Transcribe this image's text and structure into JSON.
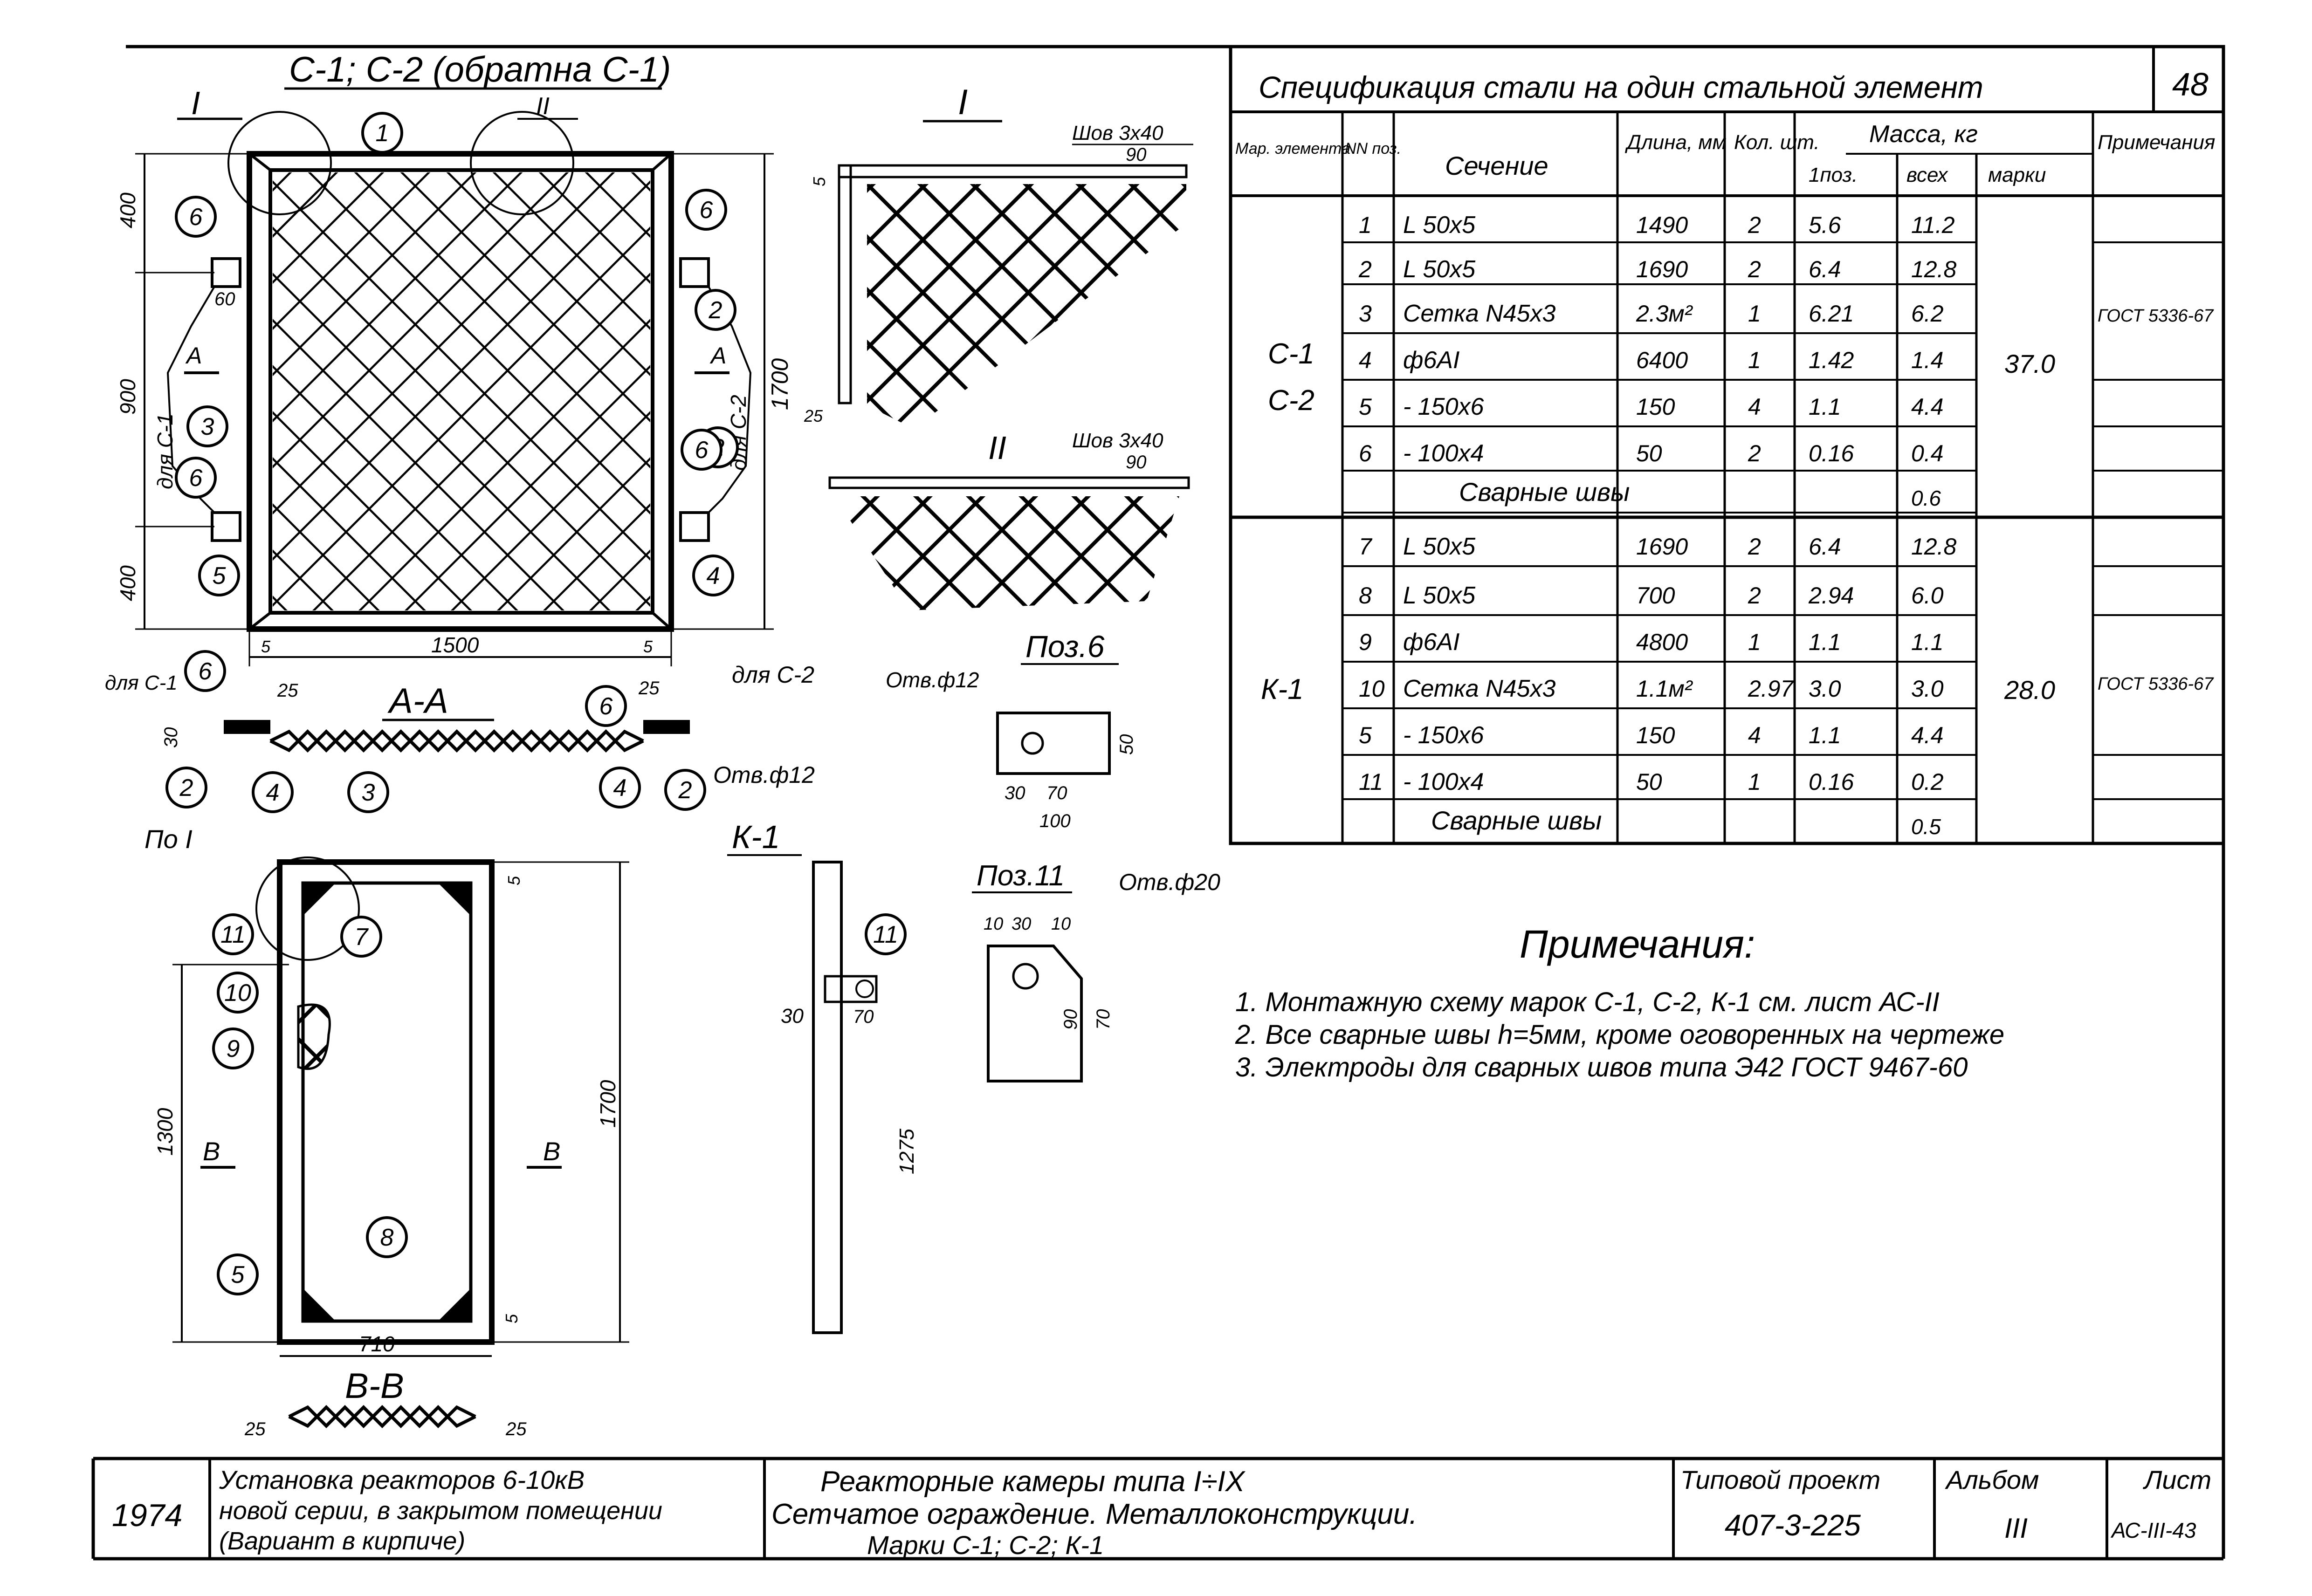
{
  "sheet_number": "48",
  "drawing": {
    "main_title": "С-1; С-2 (обратна С-1)",
    "view1_label": "I",
    "view2_label": "II",
    "callouts": [
      "1",
      "2",
      "3",
      "4",
      "5",
      "6",
      "7",
      "8",
      "9",
      "10",
      "11"
    ],
    "dims": {
      "d400": "400",
      "d900": "900",
      "d1700": "1700",
      "d1500": "1500",
      "d5": "5",
      "d60": "60",
      "d25": "25",
      "d30": "30",
      "d50": "50",
      "d70": "70",
      "d100": "100",
      "d10": "10",
      "d90": "90",
      "d1300": "1300",
      "d710": "710",
      "d1275": "1275"
    },
    "for_c1": "для С-1",
    "for_c2": "для С-2",
    "section_aa": "А-А",
    "section_a_mark": "А",
    "section_bb": "В-В",
    "section_b_mark": "В",
    "weld_label": "Шов 3х40",
    "hole12": "Отв.ф12",
    "hole20": "Отв.ф20",
    "pos6": "Поз.6",
    "pos11": "Поз.11",
    "k1": "К-1",
    "po_i": "По I"
  },
  "spec": {
    "title": "Спецификация стали на один стальной элемент",
    "headers": {
      "mark": "Мар. элемента",
      "pos": "NN поз.",
      "section": "Сечение",
      "length": "Длина, мм",
      "count": "Кол. шт.",
      "mass": "Масса, кг",
      "mass_pos": "1поз.",
      "mass_all": "всех",
      "mass_mark": "марки",
      "note": "Примечания"
    },
    "group1_marks": "С-1\nС-2",
    "group1_mass": "37.0",
    "group1_note": "ГОСТ 5336-67",
    "rows1": [
      {
        "pos": "1",
        "section": "L 50x5",
        "length": "1490",
        "count": "2",
        "m1": "5.6",
        "mall": "11.2"
      },
      {
        "pos": "2",
        "section": "L 50x5",
        "length": "1690",
        "count": "2",
        "m1": "6.4",
        "mall": "12.8"
      },
      {
        "pos": "3",
        "section": "Сетка N45x3",
        "length": "2.3м²",
        "count": "1",
        "m1": "6.21",
        "mall": "6.2"
      },
      {
        "pos": "4",
        "section": "ф6AI",
        "length": "6400",
        "count": "1",
        "m1": "1.42",
        "mall": "1.4"
      },
      {
        "pos": "5",
        "section": "- 150x6",
        "length": "150",
        "count": "4",
        "m1": "1.1",
        "mall": "4.4"
      },
      {
        "pos": "6",
        "section": "- 100x4",
        "length": "50",
        "count": "2",
        "m1": "0.16",
        "mall": "0.4"
      }
    ],
    "welds1_label": "Сварные швы",
    "welds1_value": "0.6",
    "group2_marks": "К-1",
    "group2_mass": "28.0",
    "group2_note": "ГОСТ 5336-67",
    "rows2": [
      {
        "pos": "7",
        "section": "L 50x5",
        "length": "1690",
        "count": "2",
        "m1": "6.4",
        "mall": "12.8"
      },
      {
        "pos": "8",
        "section": "L 50x5",
        "length": "700",
        "count": "2",
        "m1": "2.94",
        "mall": "6.0"
      },
      {
        "pos": "9",
        "section": "ф6AI",
        "length": "4800",
        "count": "1",
        "m1": "1.1",
        "mall": "1.1"
      },
      {
        "pos": "10",
        "section": "Сетка N45x3",
        "length": "1.1м²",
        "count": "2.97",
        "m1": "3.0",
        "mall": "3.0"
      },
      {
        "pos": "5",
        "section": "- 150x6",
        "length": "150",
        "count": "4",
        "m1": "1.1",
        "mall": "4.4"
      },
      {
        "pos": "11",
        "section": "- 100x4",
        "length": "50",
        "count": "1",
        "m1": "0.16",
        "mall": "0.2"
      }
    ],
    "welds2_label": "Сварные швы",
    "welds2_value": "0.5"
  },
  "notes": {
    "title": "Примечания:",
    "items": [
      "1. Монтажную схему марок С-1, С-2, К-1 см. лист АС-II",
      "2. Все сварные швы h=5мм, кроме оговоренных на чертеже",
      "3. Электроды для сварных швов типа Э42 ГОСТ 9467-60"
    ]
  },
  "title_block": {
    "year": "1974",
    "object_line1": "Установка реакторов 6-10кВ",
    "object_line2": "новой серии, в закрытом помещении",
    "object_line3": "(Вариант в кирпиче)",
    "drawing_line1": "Реакторные камеры типа I÷IX",
    "drawing_line2": "Сетчатое ограждение. Металлоконструкции.",
    "drawing_line3": "Марки С-1; С-2; К-1",
    "project_label": "Типовой проект",
    "project_value": "407-3-225",
    "album_label": "Альбом",
    "album_value": "III",
    "sheet_label": "Лист",
    "sheet_value": "АС-III-43"
  }
}
